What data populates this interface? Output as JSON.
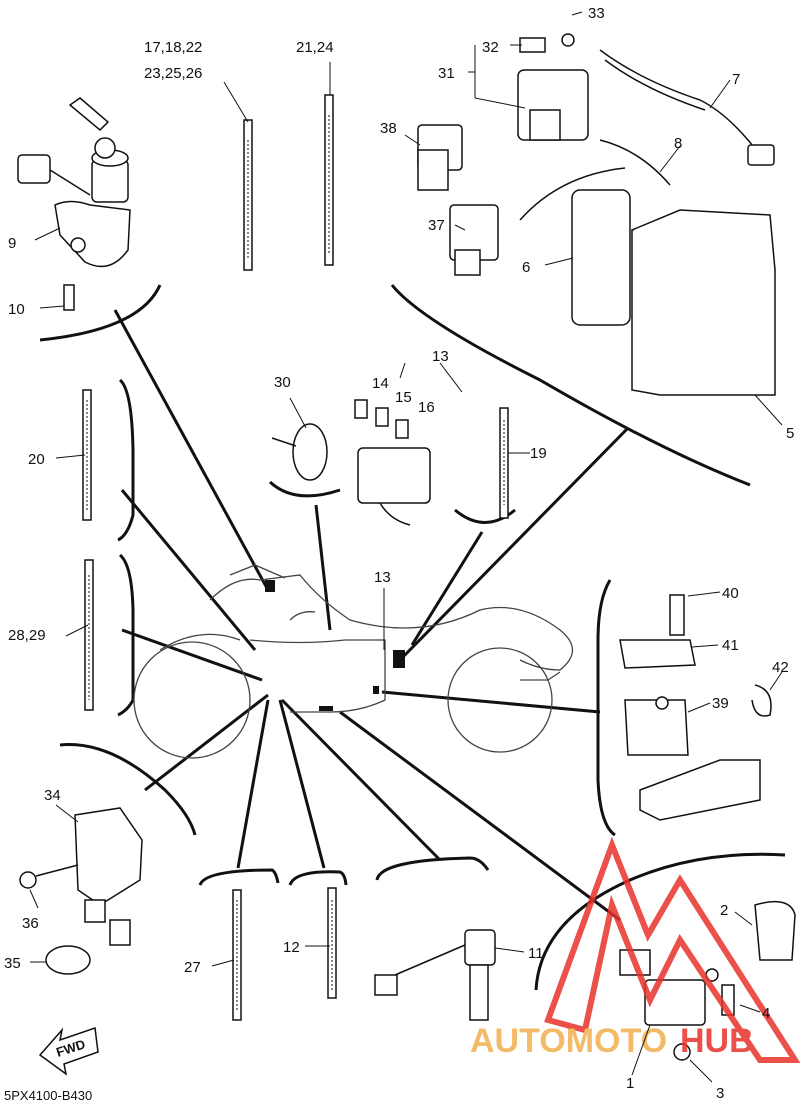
{
  "diagram": {
    "code": "5PX4100-B430",
    "fwd_label": "FWD",
    "watermark": {
      "auto": "AUTOMOTO",
      "hub": "HUB",
      "accent": "#e8312b",
      "secondary": "#f2b04d"
    },
    "callouts": {
      "c1": "1",
      "c2": "2",
      "c3": "3",
      "c4": "4",
      "c5": "5",
      "c6": "6",
      "c7": "7",
      "c8": "8",
      "c9": "9",
      "c10": "10",
      "c11": "11",
      "c12": "12",
      "c13a": "13",
      "c13b": "13",
      "c14": "14",
      "c15": "15",
      "c16": "16",
      "c17": "17,18,22",
      "c17b": "23,25,26",
      "c19": "19",
      "c20": "20",
      "c21": "21,24",
      "c27": "27",
      "c28": "28,29",
      "c30": "30",
      "c31": "31",
      "c32": "32",
      "c33": "33",
      "c34": "34",
      "c35": "35",
      "c36": "36",
      "c37": "37",
      "c38": "38",
      "c39": "39",
      "c40": "40",
      "c41": "41",
      "c42": "42"
    }
  }
}
